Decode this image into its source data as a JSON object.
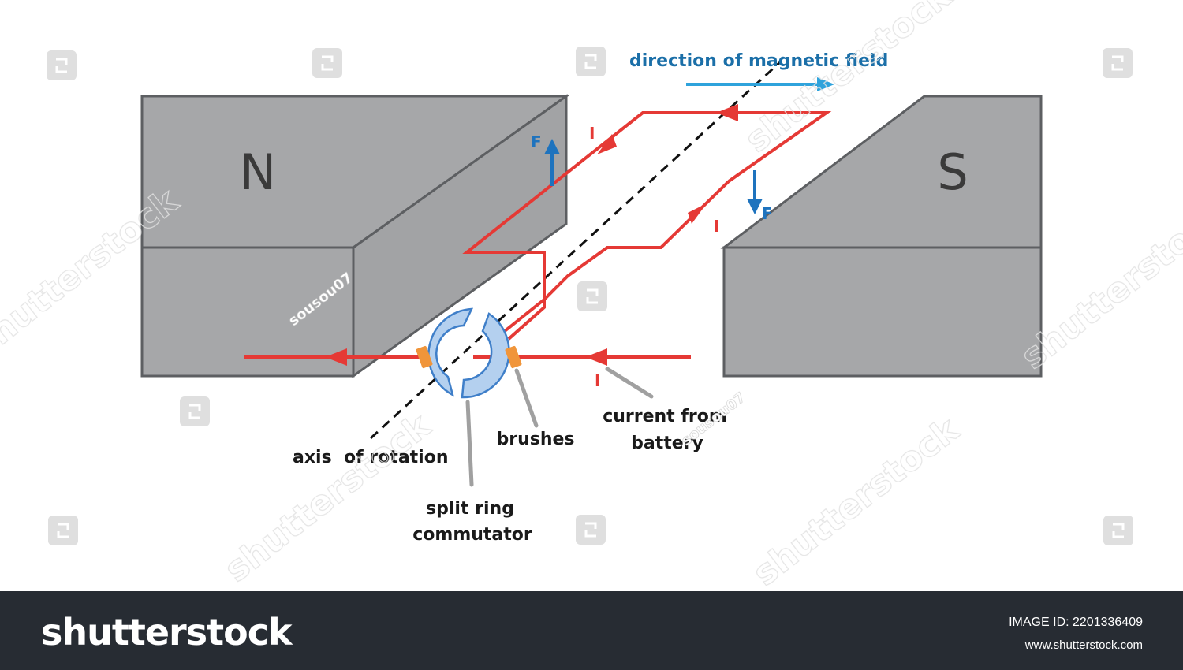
{
  "magnets": {
    "north_label": "N",
    "south_label": "S",
    "color": "#a6a7a9"
  },
  "labels": {
    "field_direction": "direction of magnetic field",
    "force_left": "F",
    "force_right": "F",
    "current_top": "I",
    "current_mid": "I",
    "current_bottom": "I",
    "axis": "axis  of rotation",
    "commutator_line1": "split ring",
    "commutator_line2": "commutator",
    "brushes": "brushes",
    "battery_line1": "current from",
    "battery_line2": "battery"
  },
  "colors": {
    "wire": "#e53935",
    "force_arrow": "#1e73be",
    "field_text": "#1b6fa8",
    "field_arrow": "#2fa3dc",
    "commutator_fill": "#b4d0ef",
    "commutator_stroke": "#3f7fc9",
    "brush": "#f0953a",
    "leader": "#a0a0a0"
  },
  "watermark": {
    "brand_diagonal": "shutterstock",
    "contributor": "sousou07"
  },
  "footer": {
    "brand": "shutterstock",
    "image_id": "IMAGE ID: 2201336409",
    "site": "www.shutterstock.com"
  }
}
